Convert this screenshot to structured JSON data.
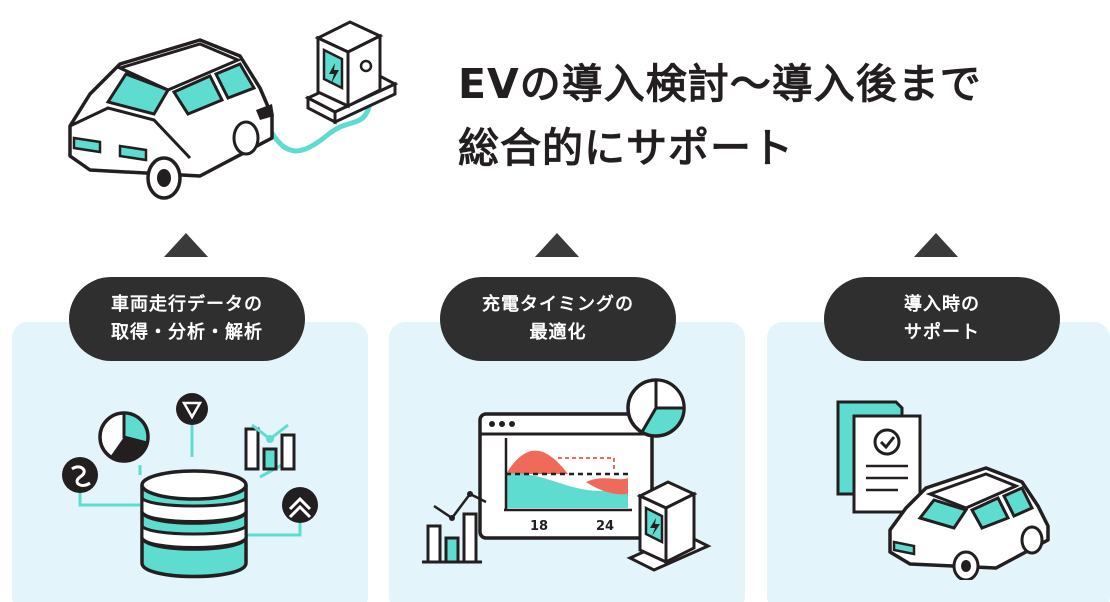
{
  "headline": {
    "line1": "EVの導入検討〜導入後まで",
    "line2": "総合的にサポート"
  },
  "columns": [
    {
      "label_line1": "車両走行データの",
      "label_line2": "取得・分析・解析"
    },
    {
      "label_line1": "充電タイミングの",
      "label_line2": "最適化"
    },
    {
      "label_line1": "導入時の",
      "label_line2": "サポート"
    }
  ],
  "chart_labels": {
    "x1": "18",
    "x2": "24"
  },
  "colors": {
    "accent": "#5fdcd0",
    "dark": "#231f20",
    "panel": "#e3f4fb",
    "pill": "#2f2f2f",
    "coral": "#f06a5a"
  },
  "icons": [
    "ev-car-icon",
    "charging-station-icon",
    "database-icon",
    "pie-chart-icon",
    "bar-chart-icon",
    "checklist-document-icon"
  ]
}
